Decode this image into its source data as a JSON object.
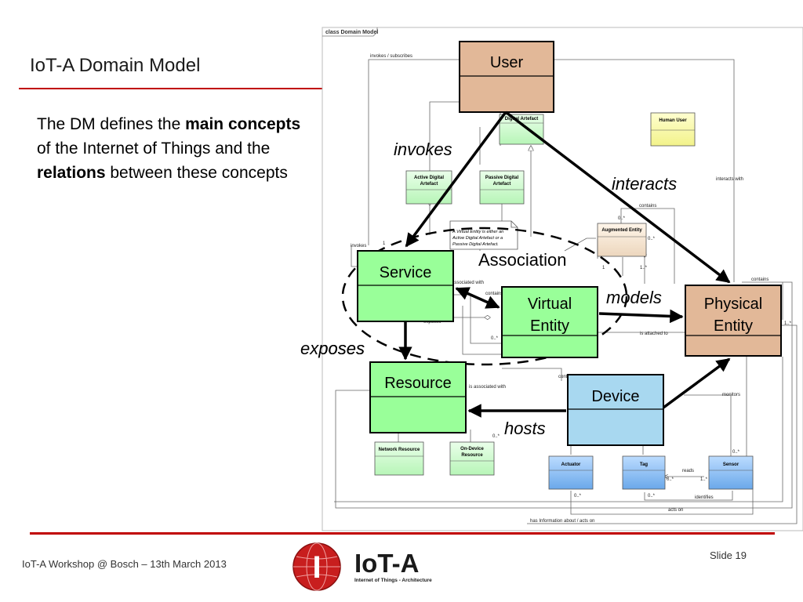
{
  "slide": {
    "title": "IoT-A Domain Model",
    "body": {
      "p1": "The DM defines the ",
      "b1": "main concepts",
      "p2": " of the Internet of Things and the ",
      "b2": "relations",
      "p3": " between these concepts"
    },
    "footer": "IoT-A Workshop @ Bosch – 13th March 2013",
    "slide_number": "Slide 19"
  },
  "logo": {
    "letter": "I",
    "name": "IoT-A",
    "tagline": "Internet of Things - Architecture"
  },
  "diagram": {
    "frame_label": "class Domain Model",
    "classes": {
      "user": "User",
      "service": "Service",
      "resource": "Resource",
      "virtual_entity_l1": "Virtual",
      "virtual_entity_l2": "Entity",
      "physical_entity_l1": "Physical",
      "physical_entity_l2": "Entity",
      "device": "Device",
      "digital_artefact": "Digital Artefact",
      "human_user": "Human User",
      "active_digital_artefact_l1": "Active Digital",
      "active_digital_artefact_l2": "Artefact",
      "passive_digital_artefact_l1": "Passive Digital",
      "passive_digital_artefact_l2": "Artefact",
      "augmented_entity": "Augmented Entity",
      "network_resource": "Network Resource",
      "on_device_resource_l1": "On-Device",
      "on_device_resource_l2": "Resource",
      "actuator": "Actuator",
      "tag": "Tag",
      "sensor": "Sensor"
    },
    "note": {
      "l1": "A Virtual Entity is either an",
      "l2": "Active Digital Artefact or a",
      "l3": "Passive Digital Artefact."
    },
    "overlay_labels": {
      "invokes": "invokes",
      "interacts": "interacts",
      "association": "Association",
      "models": "models",
      "exposes": "exposes",
      "hosts": "hosts"
    },
    "edge_labels": {
      "invokes_subscribes": "invokes / subscribes",
      "interacts_with": "interacts with",
      "contains_1": "contains",
      "contains_2": "contains",
      "contains_3": "contains",
      "contains_4": "contains",
      "invokes_small": "invokes",
      "associated_with": "associated with",
      "exposes_small": "exposes",
      "is_attached_to": "is attached to",
      "is_associated_with": "is associated with",
      "monitors": "monitors",
      "reads": "reads",
      "identifies": "identifies",
      "acts_on": "acts on",
      "has_information_about": "has Information about / acts on"
    },
    "multiplicities": {
      "m1": "0..*",
      "m2": "0..*",
      "m3": "1",
      "m4": "1..*",
      "m5": "0..*",
      "m6": "1..*",
      "m7": "0..*",
      "m8": "0..*",
      "m9": "0..*",
      "m10": "1..*",
      "m11": "0..*",
      "m12": "0..*",
      "m13": "1"
    }
  }
}
